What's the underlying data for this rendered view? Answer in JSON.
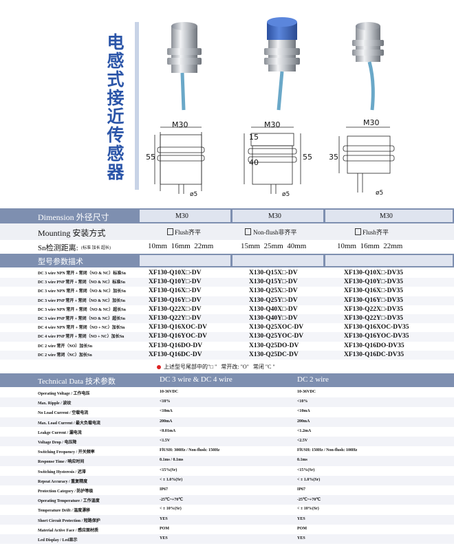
{
  "title_chars": [
    "电",
    "感",
    "式",
    "接",
    "近",
    "传",
    "感",
    "器"
  ],
  "drawings": {
    "col1": {
      "thread": "M30",
      "length": "55",
      "cable": "ø5"
    },
    "col2": {
      "thread": "M30",
      "head": "15",
      "body": "40",
      "length": "55",
      "cable": "ø5"
    },
    "col3": {
      "thread": "M30",
      "length": "35",
      "cable": "ø5"
    }
  },
  "spec_rows": {
    "dimension": {
      "label": "Dimension 外径尺寸",
      "values": [
        "M30",
        "M30",
        "M30"
      ]
    },
    "mounting": {
      "label": "Mounting  安装方式",
      "values": [
        "Flush齐平",
        "Non-flush非齐平",
        "Flush齐平"
      ]
    },
    "sn": {
      "label": "Sn检测距离:",
      "label_small": "(标准  加长  超长)",
      "values": [
        "10mm  16mm  22mm",
        "15mm  25mm  40mm",
        "10mm  16mm  22mm"
      ]
    }
  },
  "model_section_label": "型号参数描术",
  "model_rows": [
    {
      "desc": "DC 3 wire NPN 常开 + 常闭（NO & NC）标准Sn",
      "c1": "XF130-Q10X□-DV",
      "c2": "X130-Q15X□-DV",
      "c3": "XF130-Q10X□-DV35"
    },
    {
      "desc": "DC 3 wire PNP 常开 + 常闭（NO & NC）标准Sn",
      "c1": "XF130-Q10Y□-DV",
      "c2": "X130-Q15Y□-DV",
      "c3": "XF130-Q10Y□-DV35"
    },
    {
      "desc": "DC 3 wire NPN 常开 + 常闭（NO & NC）加长Sn",
      "c1": "XF130-Q16X□-DV",
      "c2": "X130-Q25X□-DV",
      "c3": "XF130-Q16X□-DV35"
    },
    {
      "desc": "DC 3 wire PNP 常开 + 常闭（NO & NC）加长Sn",
      "c1": "XF130-Q16Y□-DV",
      "c2": "X130-Q25Y□-DV",
      "c3": "XF130-Q16Y□-DV35"
    },
    {
      "desc": "DC 3 wire NPN 常开 + 常闭（NO & NC）超长Sn",
      "c1": "XF130-Q22X□-DV",
      "c2": "X130-Q40X□-DV",
      "c3": "XF130-Q22X□-DV35"
    },
    {
      "desc": "DC 3 wire PNP 常开 + 常闭（NO & NC）超长Sn",
      "c1": "XF130-Q22Y□-DV",
      "c2": "X130-Q40Y□-DV",
      "c3": "XF130-Q22Y□-DV35"
    },
    {
      "desc": "DC 4 wire NPN 常开 + 常闭（NO + NC）加长Sn",
      "c1": "XF130-Q16XOC-DV",
      "c2": "X130-Q25XOC-DV",
      "c3": "XF130-Q16XOC-DV35"
    },
    {
      "desc": "DC 4 wire PNP 常开 + 常闭（NO + NC）加长Sn",
      "c1": "XF130-Q16YOC-DV",
      "c2": "X130-Q25YOC-DV",
      "c3": "XF130-Q16YOC-DV35"
    },
    {
      "desc": "DC 2 wire 常开（NO）加长Sn",
      "c1": "XF130-Q16DO-DV",
      "c2": "X130-Q25DO-DV",
      "c3": "XF130-Q16DO-DV35"
    },
    {
      "desc": "DC 2 wire 常闭（NC）加长Sn",
      "c1": "XF130-Q16DC-DV",
      "c2": "X130-Q25DC-DV",
      "c3": "XF130-Q16DC-DV35"
    }
  ],
  "model_note": "上述型号尾部中的\"□ \"   常开改: \"O\"   常闭 \"C \"",
  "tech_header": {
    "label": "Technical Data 技术参数",
    "col1": "DC 3 wire & DC 4 wire",
    "col2": "DC 2 wire"
  },
  "tech_rows": [
    {
      "label": "Operating Voltage / 工作电压",
      "v1": "10-36VDC",
      "v2": "10-36VDC"
    },
    {
      "label": "Max. Ripple / 波纹",
      "v1": "<10%",
      "v2": "<10%"
    },
    {
      "label": "No Load Current / 空载电流",
      "v1": "<10mA",
      "v2": "<10mA"
    },
    {
      "label": "Max. Load Current / 最大负载电流",
      "v1": "200mA",
      "v2": "200mA"
    },
    {
      "label": "Leakge Current / 漏电流",
      "v1": "<0.01mA",
      "v2": "<1.2mA"
    },
    {
      "label": "Voltage Drop / 电压降",
      "v1": "<1.5V",
      "v2": "<2.5V"
    },
    {
      "label": "Switching Frequency / 开关频率",
      "v1": "FlUSH: 300Hz / Non-flush: 150Hz",
      "v2": "FlUSH: 150Hz / Non-flush: 100Hz"
    },
    {
      "label": "Response Time / 响应时间",
      "v1": "0.1ms / 0.1ms",
      "v2": "0.1ms"
    },
    {
      "label": "Switching Hysteresis / 迟滞",
      "v1": "<15%(Sr)",
      "v2": "<15%(Sr)"
    },
    {
      "label": "Repeat Accuracy / 重复精度",
      "v1": "< ± 1.0%(Sr)",
      "v2": "< ± 1.0%(Sr)"
    },
    {
      "label": "Protection Category / 防护等级",
      "v1": "IP67",
      "v2": "IP67"
    },
    {
      "label": "Operating Temperature / 工作温度",
      "v1": "-25℃~+70℃",
      "v2": "-25℃~+70℃"
    },
    {
      "label": "Temperature Drift / 温度漂移",
      "v1": "< ± 10%(Sr)",
      "v2": "< ± 10%(Sr)"
    },
    {
      "label": "Short Circuit Protection / 短路保护",
      "v1": "YES",
      "v2": "YES"
    },
    {
      "label": "Material Active Face / 感应面材质",
      "v1": "POM",
      "v2": "POM"
    },
    {
      "label": "Led Display / Led显示",
      "v1": "YES",
      "v2": "YES"
    }
  ],
  "colors": {
    "band": "#7e8fb0",
    "title": "#2b55a8",
    "cable": "#6aa8c8",
    "cap": "#3a66c4"
  }
}
